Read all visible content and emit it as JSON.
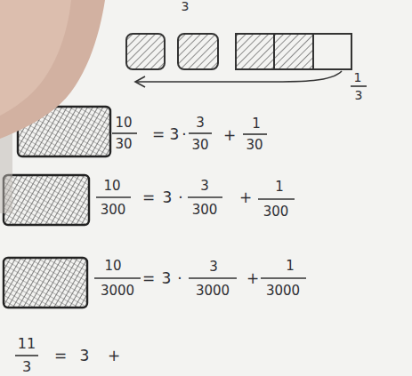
{
  "diagram": {
    "labels": [
      "3",
      "1",
      "3",
      "10",
      "30",
      "=",
      "3",
      "·",
      "3",
      "30",
      "+",
      "1",
      "30",
      "10",
      "300",
      "=",
      "3",
      "·",
      "3",
      "300",
      "+",
      "1",
      "300",
      "10",
      "3000",
      "=",
      "3",
      "·",
      "3",
      "3000",
      "+",
      "1",
      "3000",
      "11",
      "3",
      "=",
      "3",
      "+"
    ]
  }
}
